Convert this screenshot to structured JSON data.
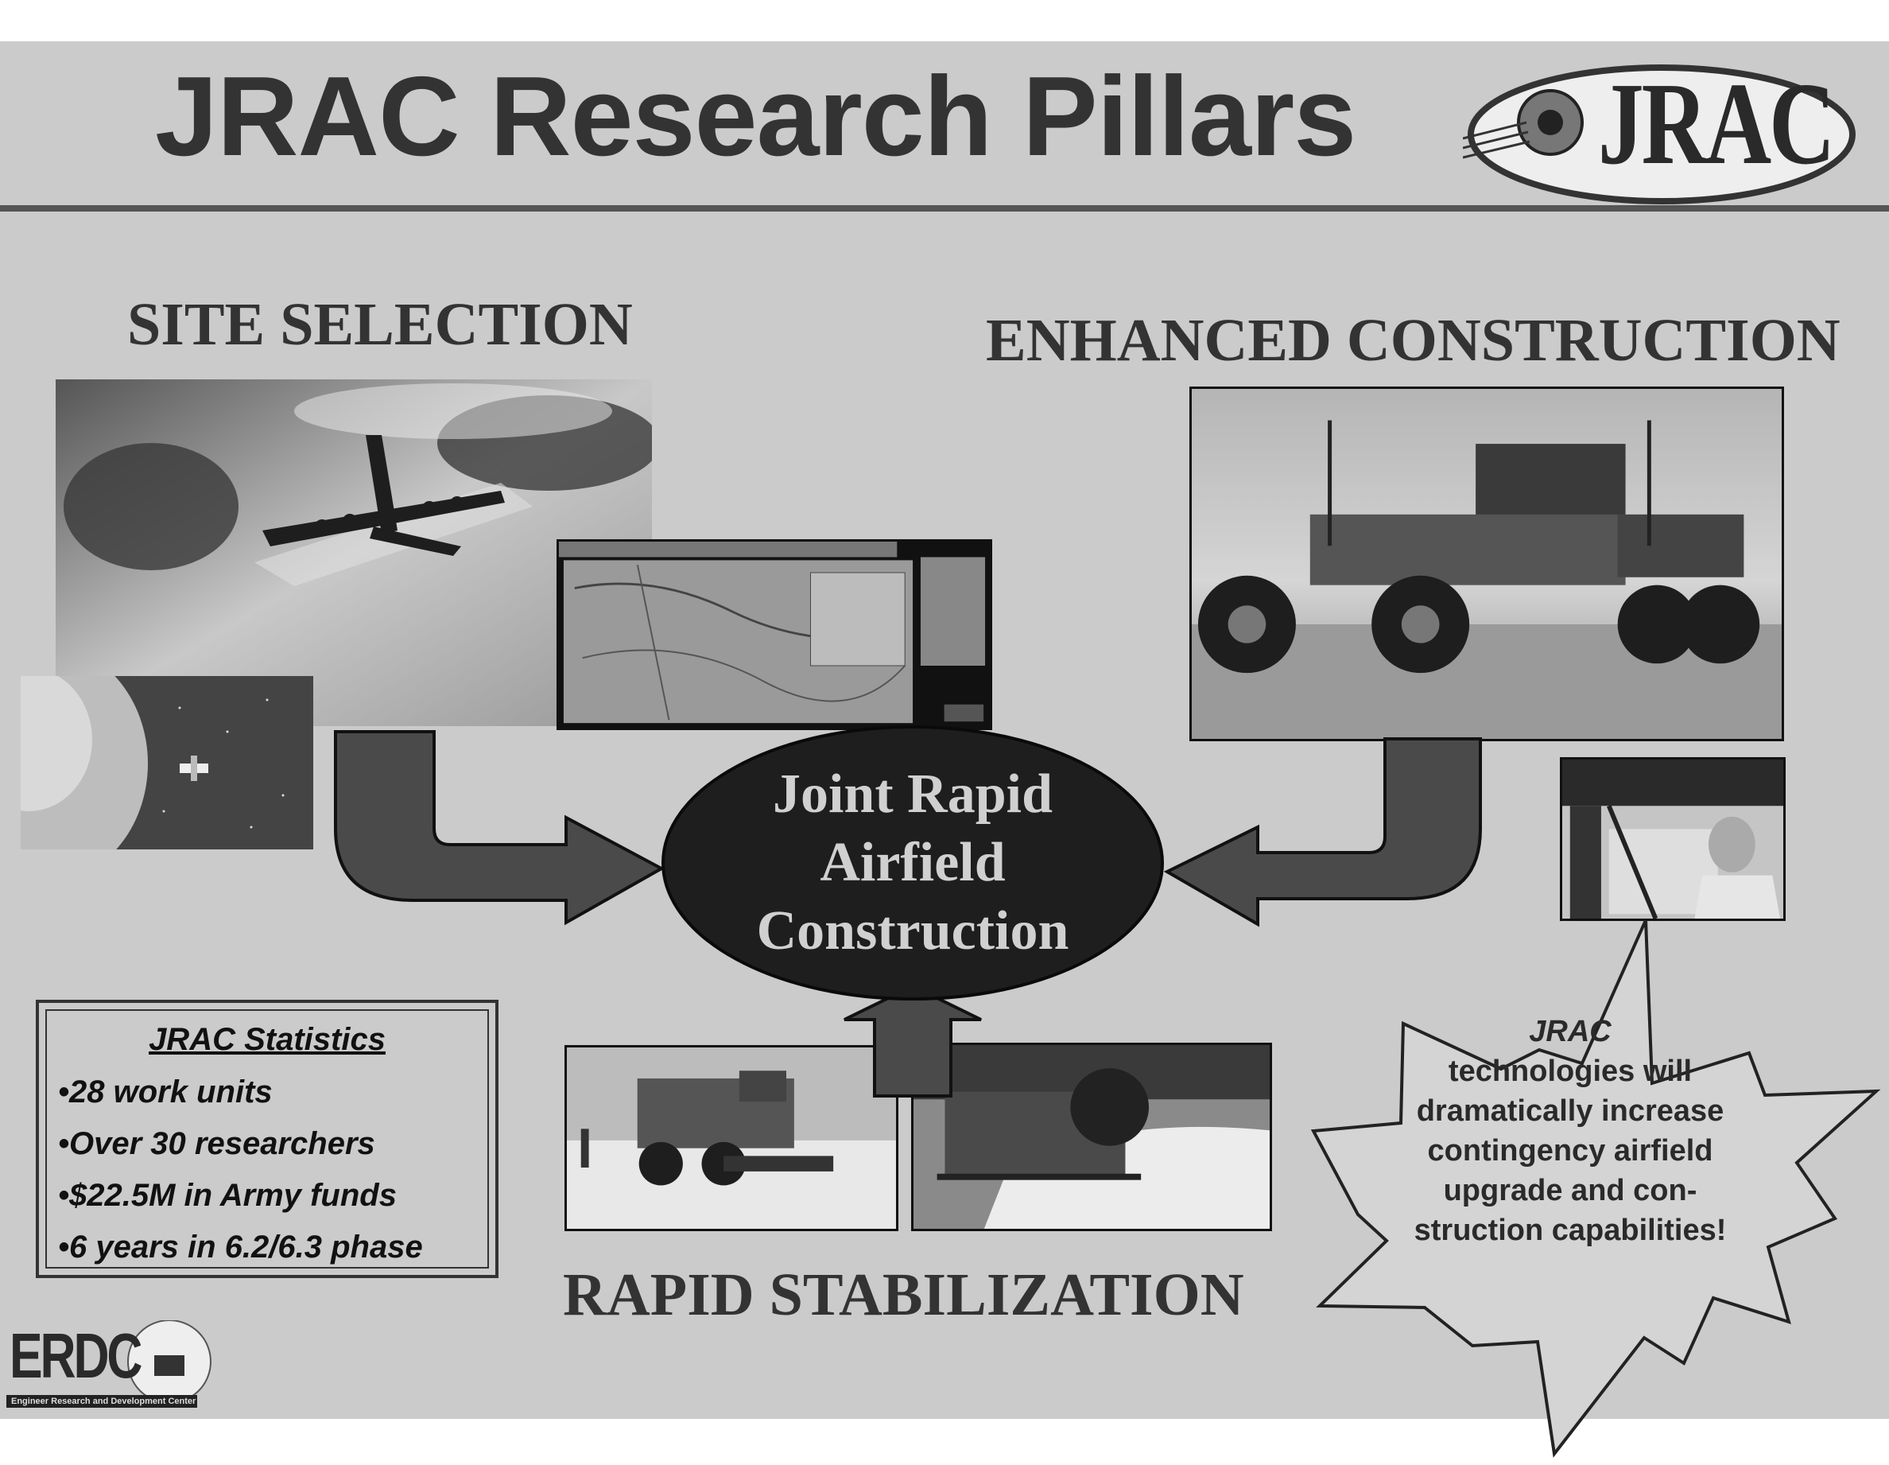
{
  "slide": {
    "title": "JRAC Research Pillars",
    "logo_text": "JRAC",
    "site_selection": "SITE SELECTION",
    "enhanced_construction": "ENHANCED CONSTRUCTION",
    "rapid_stabilization": "RAPID STABILIZATION",
    "center_lines": [
      "Joint Rapid",
      "Airfield",
      "Construction"
    ],
    "stats": {
      "title": "JRAC Statistics",
      "items": [
        "•28 work units",
        "•Over 30 researchers",
        "•$22.5M in Army funds",
        "•6 years in 6.2/6.3 phase"
      ]
    },
    "burst_lines": [
      "JRAC",
      "technologies will",
      "dramatically increase",
      "contingency airfield",
      "upgrade and con-",
      "struction capabilities!"
    ],
    "erdc_logo": "ERDC",
    "erdc_subtitle": "Engineer Research and Development Center"
  },
  "colors": {
    "background": "#cbcbcb",
    "title": "#333333",
    "arrow_fill": "#4a4a4a",
    "ellipse_fill": "#1e1e1e",
    "burst_fill": "#d4d4d4"
  },
  "icons": [
    "aircraft-photo-icon",
    "satellite-earth-photo-icon",
    "map-software-screenshot-icon",
    "grader-photo-icon",
    "operator-photo-icon",
    "stabilizer-truck-photo-icon",
    "tiller-photo-icon"
  ]
}
